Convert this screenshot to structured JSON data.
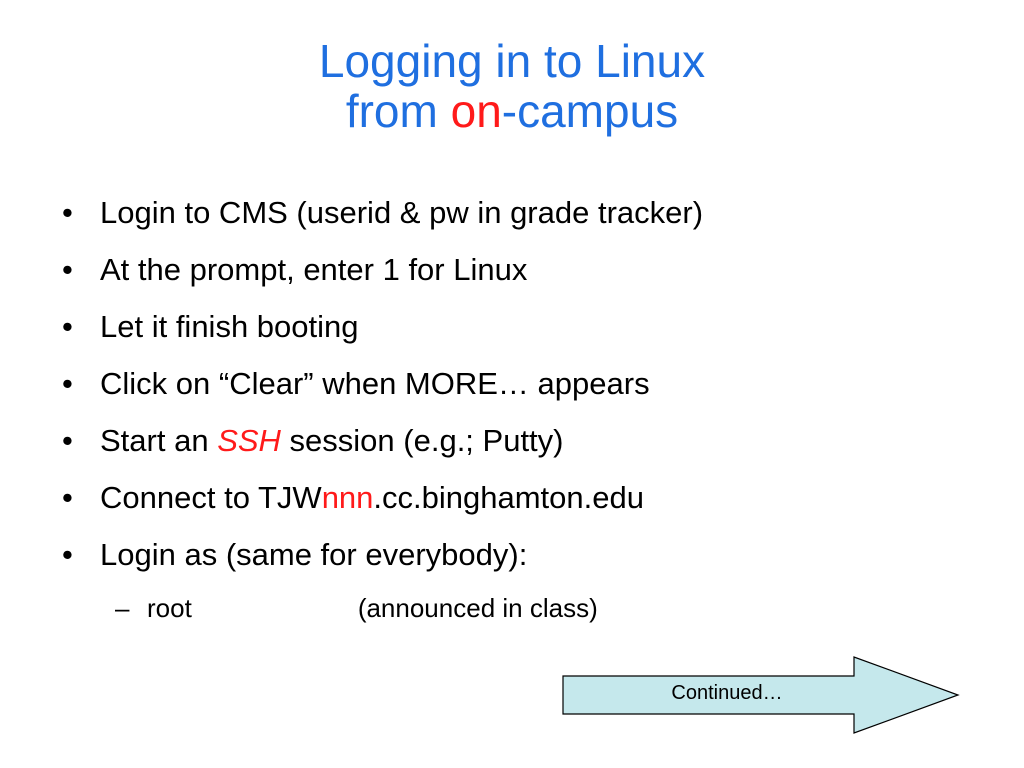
{
  "slide": {
    "title": {
      "line1": "Logging in to Linux",
      "line2_pre": "from ",
      "line2_highlight": "on",
      "line2_post": "-campus"
    },
    "bullets": [
      {
        "text": "Login to CMS (userid & pw in grade tracker)"
      },
      {
        "text": "At the prompt, enter 1 for Linux"
      },
      {
        "text": "Let it finish booting"
      },
      {
        "text": "Click on “Clear” when MORE… appears"
      },
      {
        "pre": "Start an ",
        "em": "SSH",
        "post": " session (e.g.; Putty)"
      },
      {
        "pre": "Connect to TJW",
        "em": "nnn",
        "post": ".cc.binghamton.edu"
      },
      {
        "text": "Login as (same for everybody):"
      }
    ],
    "bullet_glyph": "•",
    "sub_bullet": {
      "dash": "–",
      "left": "root",
      "right": "(announced in class)"
    },
    "continue_arrow": {
      "label": "Continued…",
      "fill": "#c5e8ec",
      "icon": "right-arrow-icon"
    },
    "colors": {
      "title": "#1f6fe0",
      "highlight": "#ff1a1a",
      "body": "#000000"
    }
  }
}
